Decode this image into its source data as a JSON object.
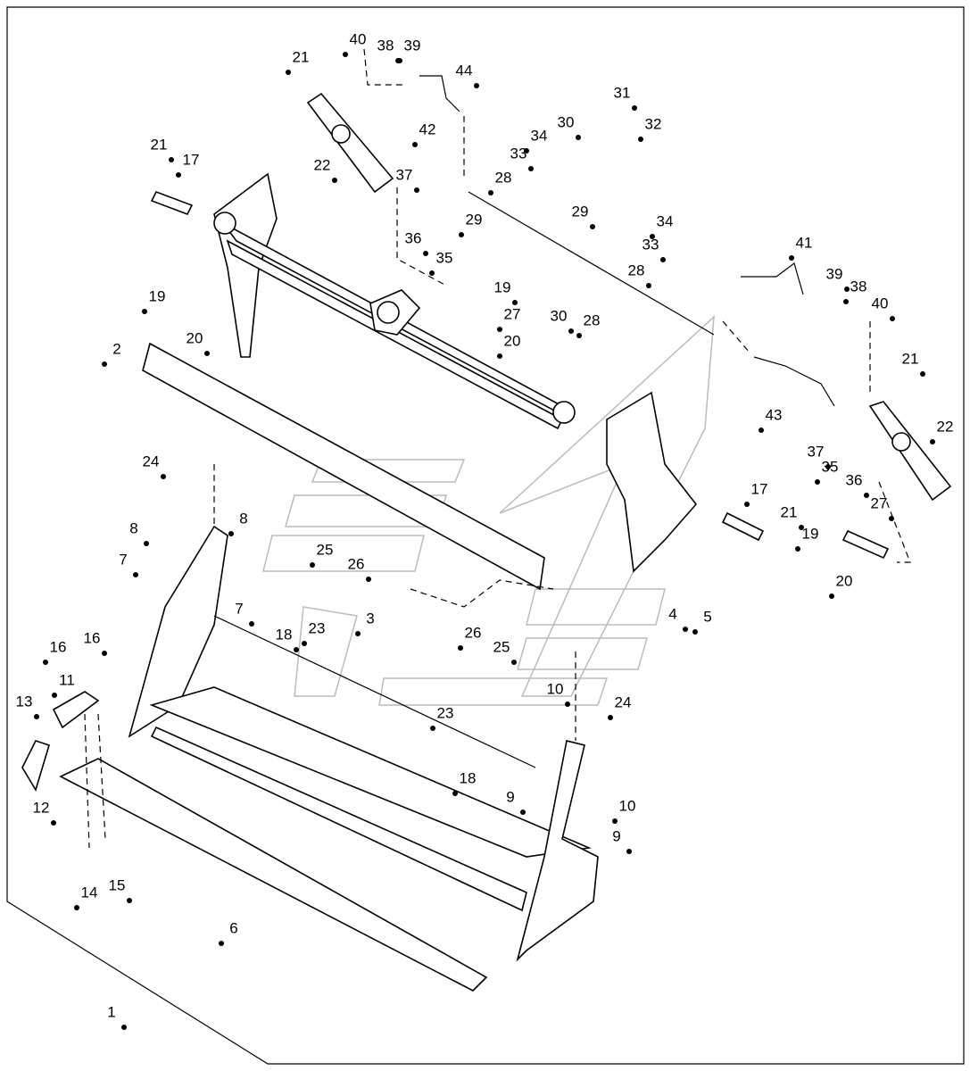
{
  "diagram": {
    "title": "Bucket assembly exploded parts diagram",
    "callouts": [
      "40",
      "38",
      "39",
      "44",
      "21",
      "31",
      "32",
      "30",
      "34",
      "33",
      "42",
      "37",
      "28",
      "29",
      "34",
      "33",
      "29",
      "36",
      "35",
      "21",
      "17",
      "22",
      "19",
      "19",
      "27",
      "20",
      "20",
      "30",
      "28",
      "28",
      "41",
      "39",
      "38",
      "40",
      "2",
      "21",
      "43",
      "37",
      "35",
      "36",
      "22",
      "24",
      "17",
      "21",
      "19",
      "27",
      "20",
      "8",
      "8",
      "7",
      "25",
      "26",
      "3",
      "4",
      "5",
      "7",
      "23",
      "18",
      "26",
      "25",
      "16",
      "16",
      "11",
      "13",
      "23",
      "10",
      "24",
      "12",
      "18",
      "9",
      "10",
      "9",
      "14",
      "15",
      "6",
      "1"
    ]
  }
}
